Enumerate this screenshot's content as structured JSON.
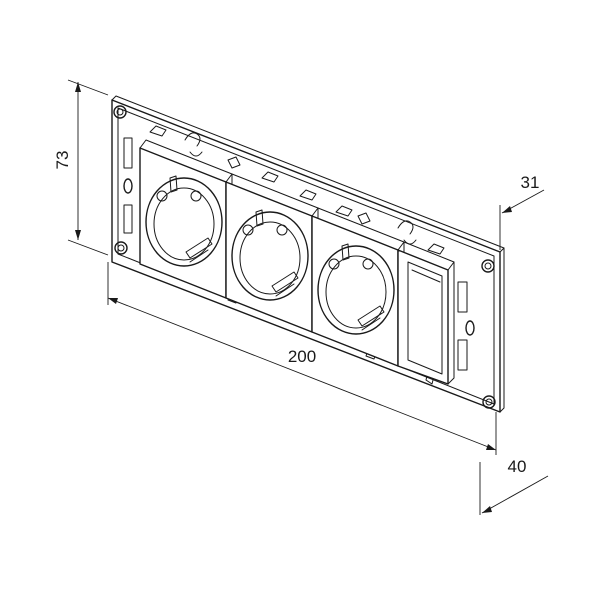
{
  "dimensions": {
    "height": "73",
    "width": "200",
    "depth_top": "31",
    "depth_bottom": "40"
  },
  "colors": {
    "line": "#1a1a1a",
    "background": "#ffffff"
  }
}
